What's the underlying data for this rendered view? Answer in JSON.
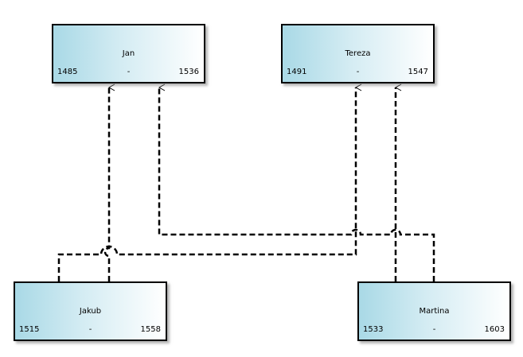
{
  "persons": [
    {
      "id": "jan",
      "name": "Jan",
      "birth": "1485",
      "separator": "-",
      "death": "1536"
    },
    {
      "id": "tereza",
      "name": "Tereza",
      "birth": "1491",
      "separator": "-",
      "death": "1547"
    },
    {
      "id": "jakub",
      "name": "Jakub",
      "birth": "1515",
      "separator": "-",
      "death": "1558"
    },
    {
      "id": "martina",
      "name": "Martina",
      "birth": "1533",
      "separator": "-",
      "death": "1603"
    }
  ],
  "relations": [
    {
      "from": "jakub",
      "to": "jan",
      "style": "dashed"
    },
    {
      "from": "jakub",
      "to": "tereza",
      "style": "dashed"
    },
    {
      "from": "martina",
      "to": "jan",
      "style": "dashed"
    },
    {
      "from": "martina",
      "to": "tereza",
      "style": "dashed"
    }
  ],
  "colors": {
    "line": "#000000",
    "gradient_start": "#a9d9e6",
    "gradient_end": "#ffffff"
  }
}
